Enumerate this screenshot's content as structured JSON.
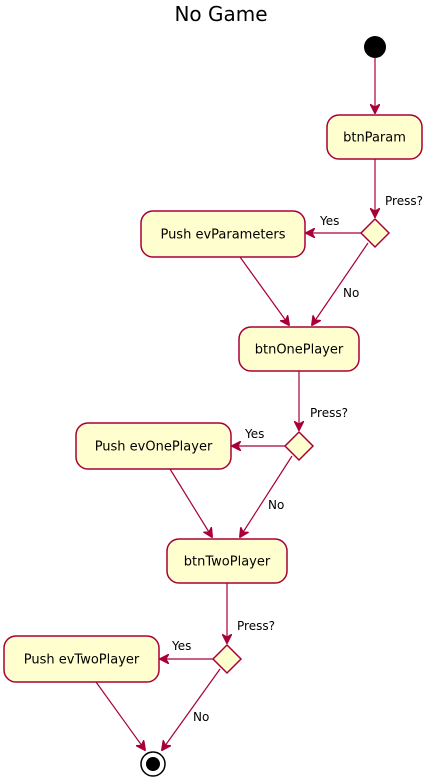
{
  "title": "No Game",
  "nodes": {
    "btn_param": "btnParam",
    "push_ev_parameters": "Push evParameters",
    "btn_one_player": "btnOnePlayer",
    "push_ev_one_player": "Push evOnePlayer",
    "btn_two_player": "btnTwoPlayer",
    "push_ev_two_player": "Push evTwoPlayer"
  },
  "decisions": [
    {
      "question": "Press?",
      "yes": "Yes",
      "no": "No"
    },
    {
      "question": "Press?",
      "yes": "Yes",
      "no": "No"
    },
    {
      "question": "Press?",
      "yes": "Yes",
      "no": "No"
    }
  ],
  "colors": {
    "node_fill": "#FEFECE",
    "stroke": "#A80036",
    "start_end": "#000000"
  }
}
